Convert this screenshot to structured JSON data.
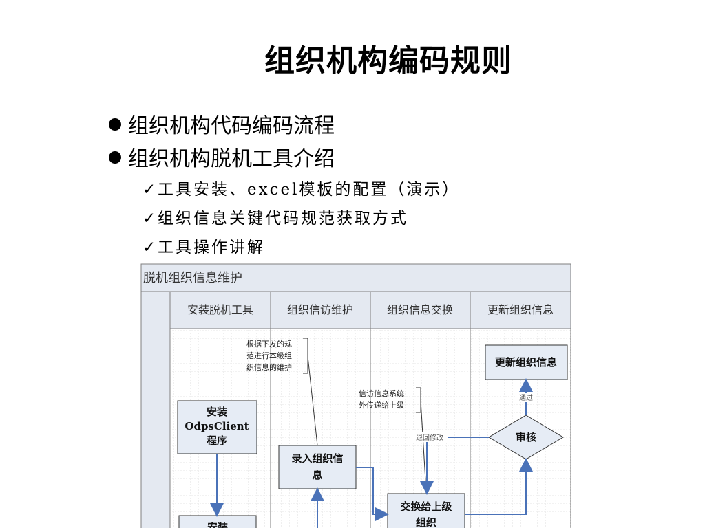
{
  "title": "组织机构编码规则",
  "bullets": [
    "组织机构代码编码流程",
    "组织机构脱机工具介绍"
  ],
  "sub_items": [
    "工具安装、excel模板的配置（演示）",
    "组织信息关键代码规范获取方式",
    "工具操作讲解"
  ],
  "check_mark": "✓",
  "diagram": {
    "header": "脱机组织信息维护",
    "lanes": [
      "安装脱机工具",
      "组织信访维护",
      "组织信息交换",
      "更新组织信息"
    ],
    "notes": {
      "note1": [
        "根据下发的规",
        "范进行本级组",
        "织信息的维护"
      ],
      "note2": [
        "信访信息系统",
        "外传递给上级"
      ]
    },
    "boxes": {
      "install": [
        "安装",
        "OdpsClient",
        "程序"
      ],
      "entry": [
        "录入组织信",
        "息"
      ],
      "exchange": [
        "交换给上级",
        "组织"
      ],
      "update": "更新组织信息",
      "review": "审核",
      "install2": "安装"
    },
    "labels": {
      "pass": "通过",
      "return": "退回修改"
    }
  }
}
